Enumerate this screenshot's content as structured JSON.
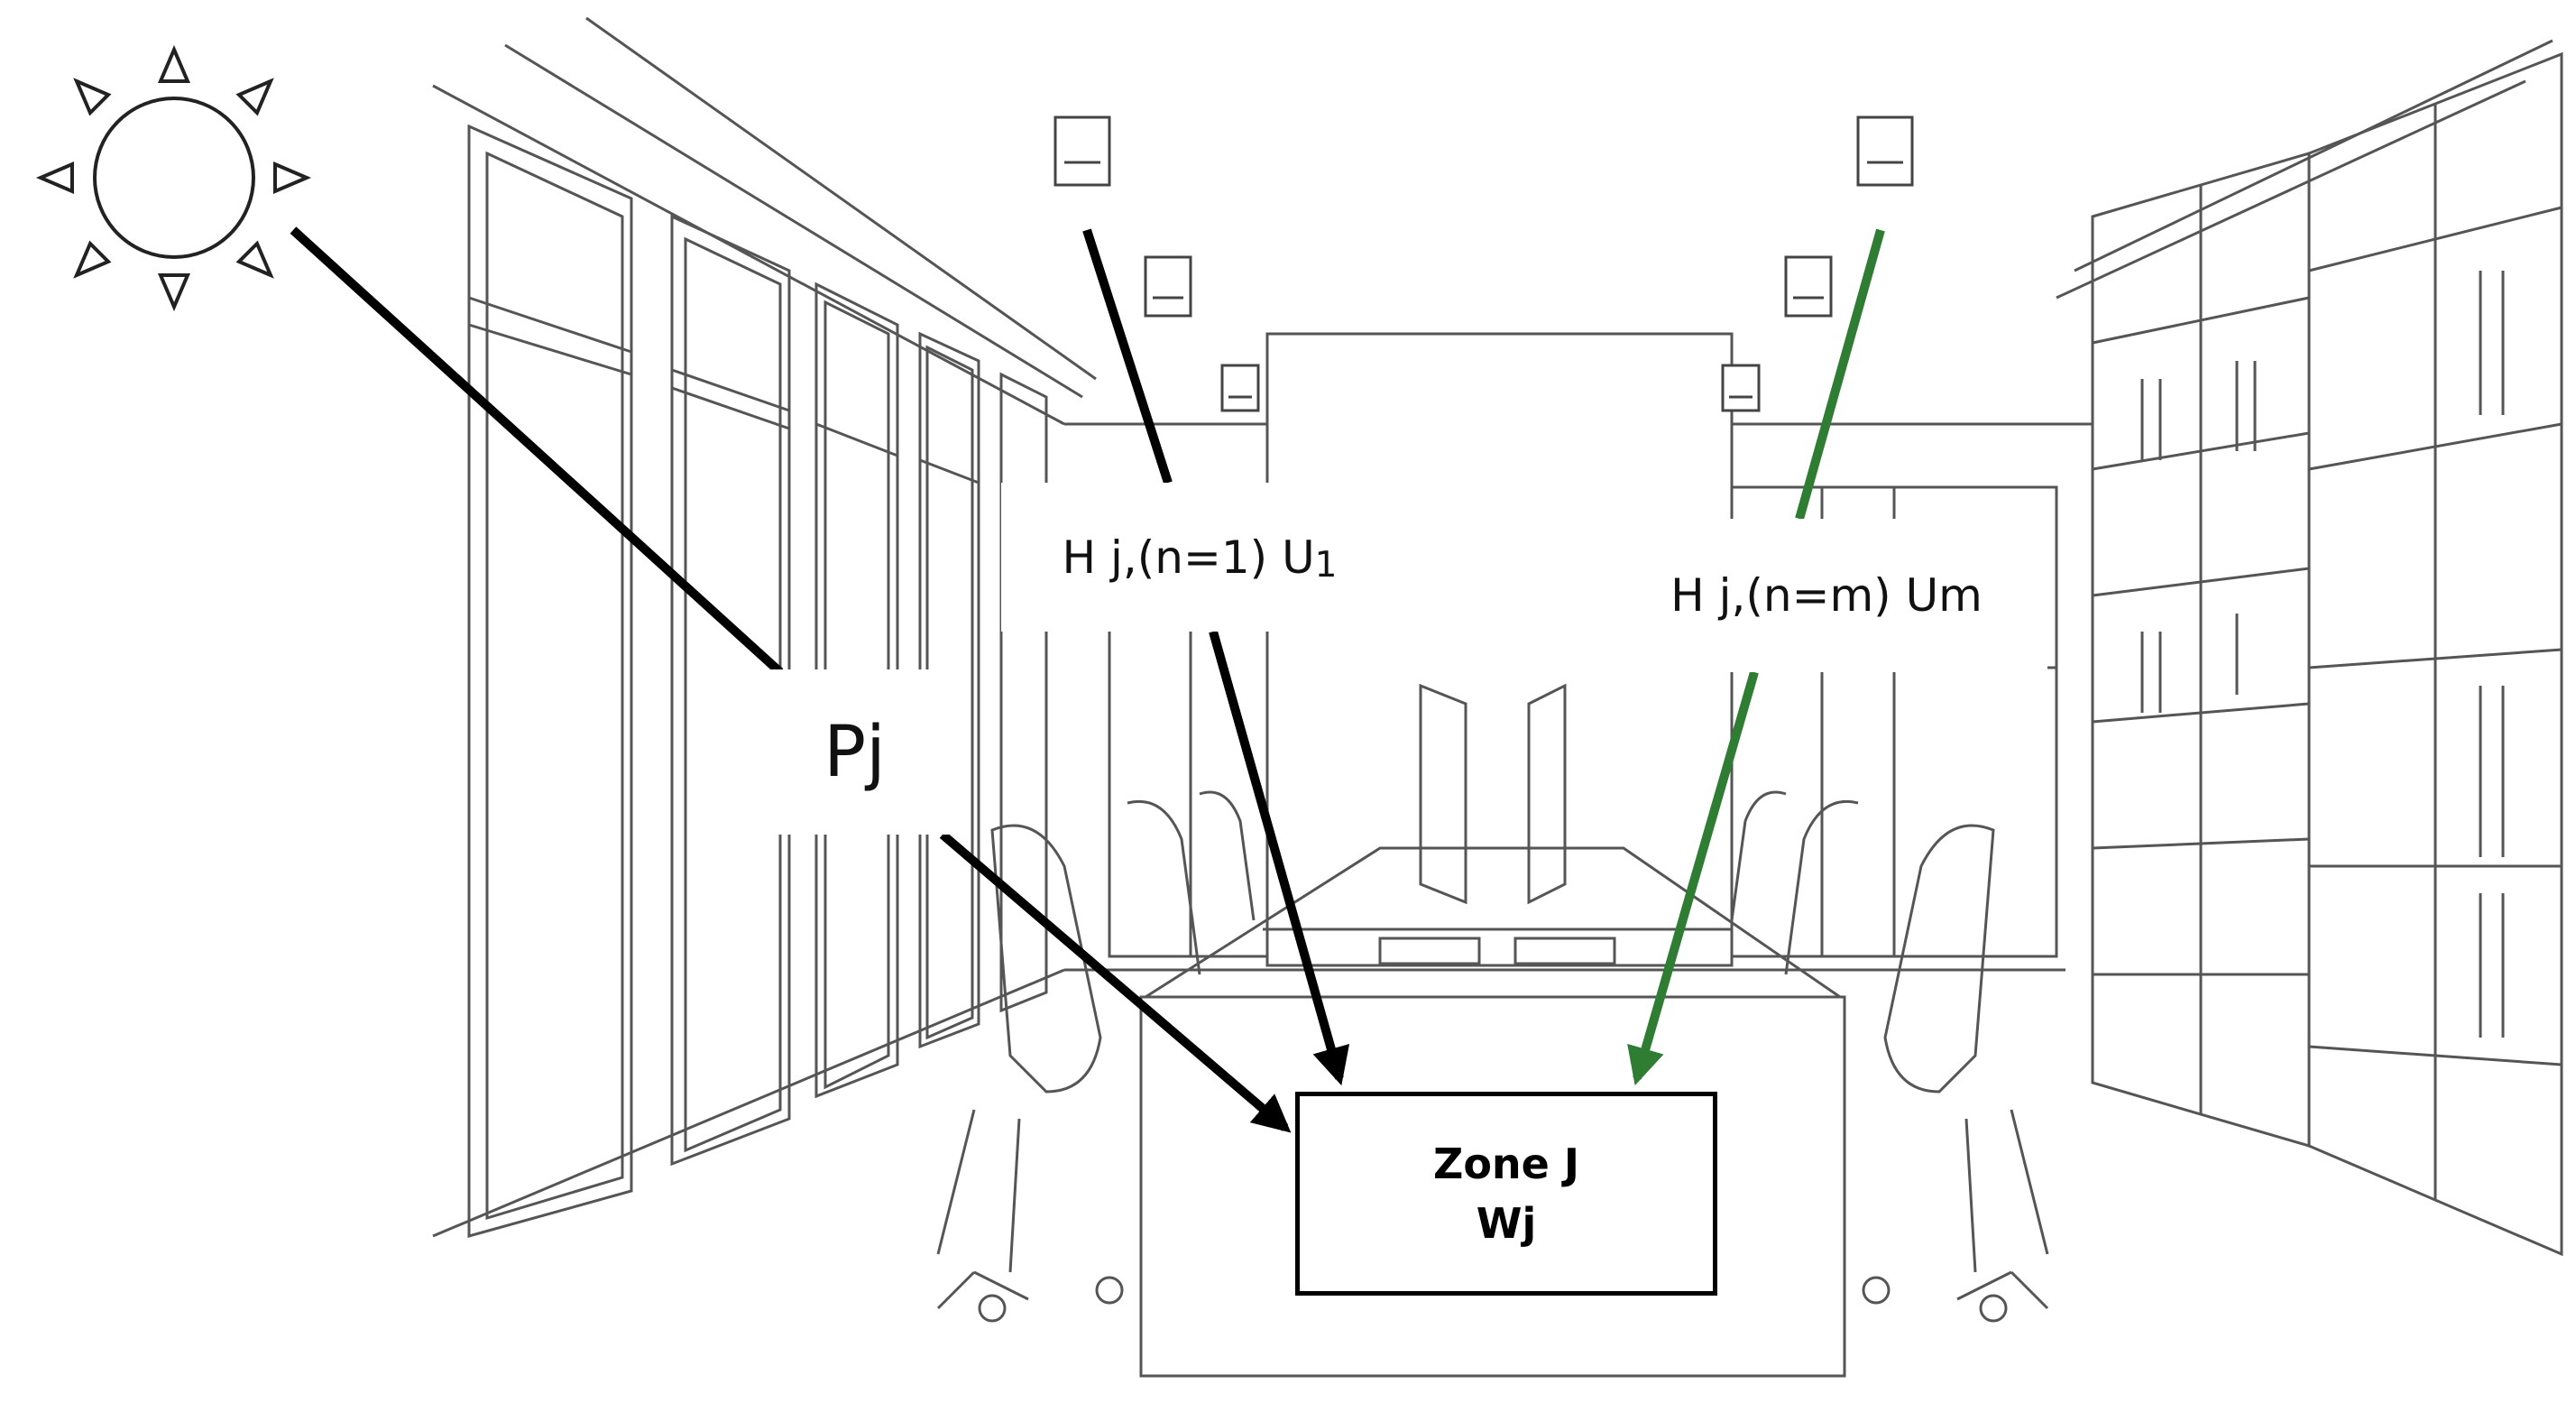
{
  "colors": {
    "line_art": "#3a3a3a",
    "arrow_black": "#000000",
    "arrow_green": "#2e7d32",
    "background": "#ffffff"
  },
  "icons": {
    "sun": "sun-icon",
    "lamps": "ceiling-lamp-icon"
  },
  "labels": {
    "pj": "Pj",
    "h_first": {
      "main": "H j,(n=1) U",
      "sub": "1"
    },
    "h_last": "H j,(n=m) Um"
  },
  "zone": {
    "title": "Zone J",
    "weight": "Wj"
  }
}
